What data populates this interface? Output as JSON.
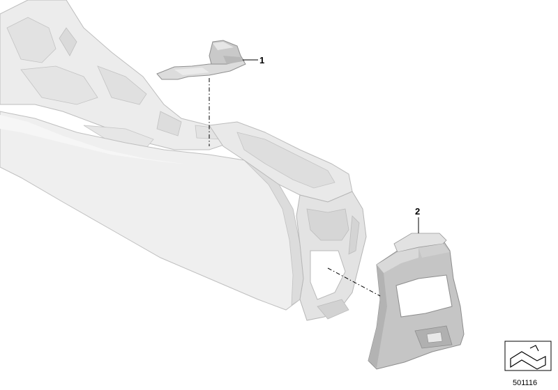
{
  "callouts": [
    {
      "label": "1"
    },
    {
      "label": "2"
    }
  ],
  "diagram_number": "501116",
  "colors": {
    "console_fill": "#efefef",
    "console_shade": "#dcdcdc",
    "console_edge": "#b9b9b9",
    "trim_fill": "#c8c8c8",
    "trim_shade": "#a9a9a9",
    "trim_light": "#e1e1e1",
    "bracket_fill": "#cfcfcf",
    "line": "#000000"
  },
  "icons": [
    "exploded-view-arrow-icon"
  ]
}
